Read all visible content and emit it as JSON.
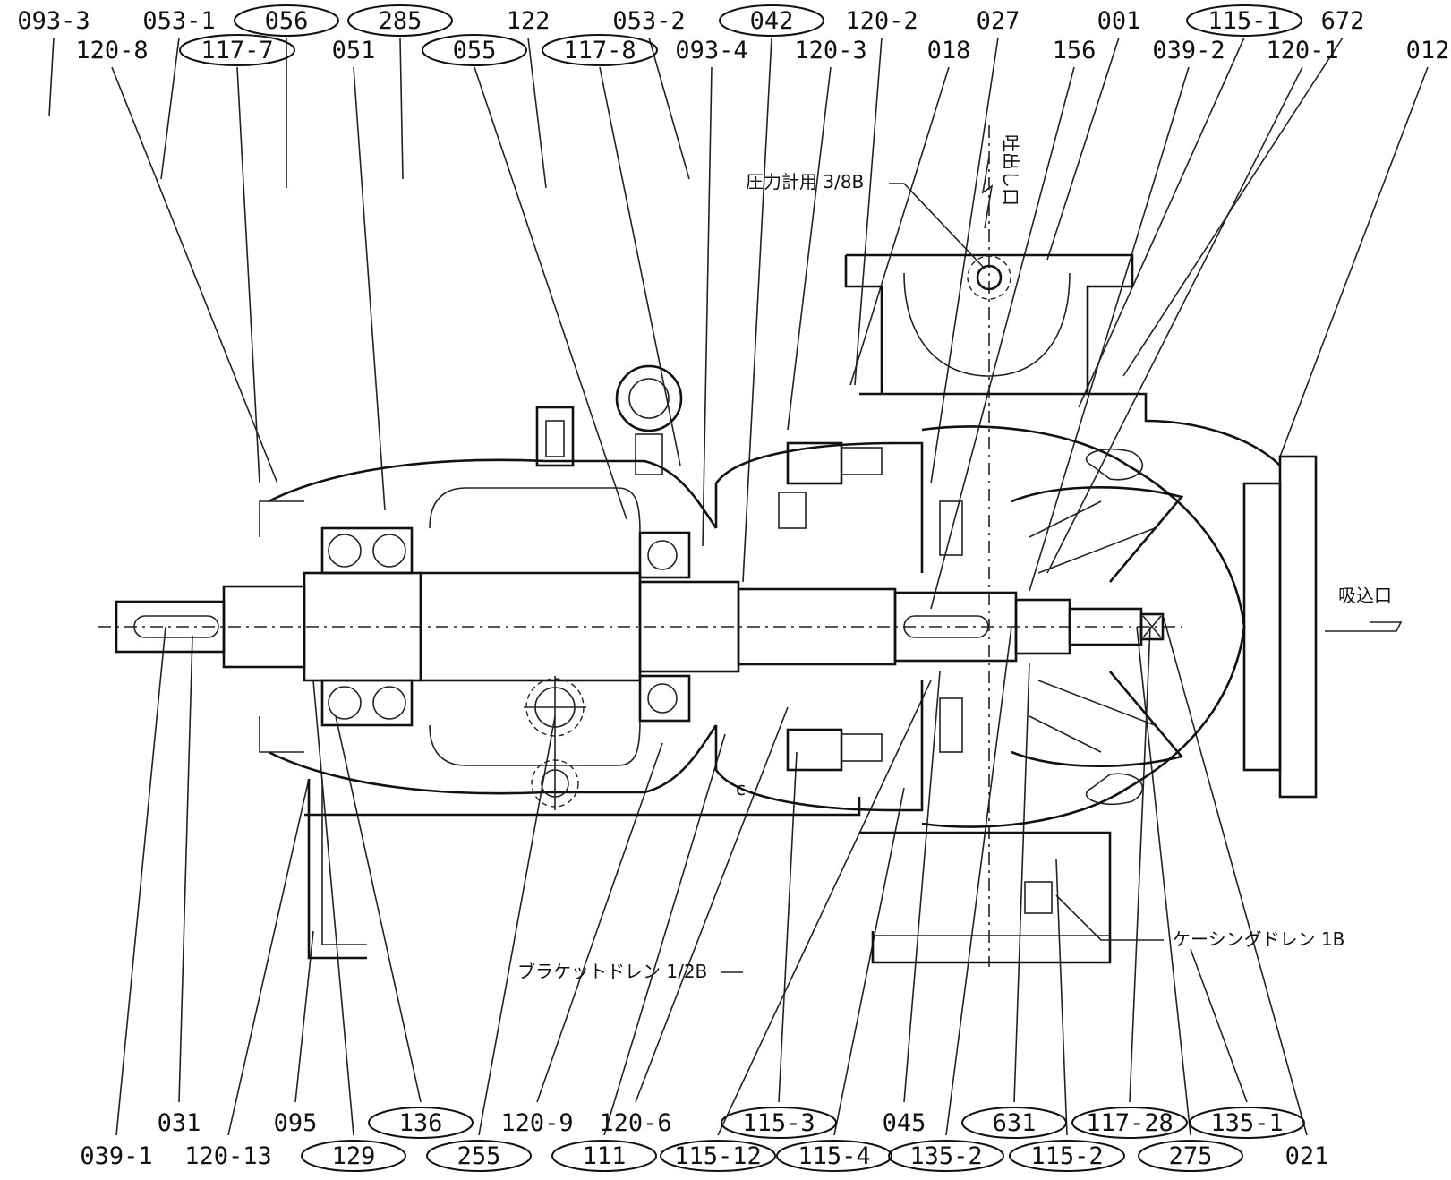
{
  "labels": [
    {
      "id": "093-3",
      "ring": false
    },
    {
      "id": "053-1",
      "ring": false
    },
    {
      "id": "056",
      "ring": true
    },
    {
      "id": "285",
      "ring": true
    },
    {
      "id": "122",
      "ring": false
    },
    {
      "id": "053-2",
      "ring": false
    },
    {
      "id": "042",
      "ring": true
    },
    {
      "id": "120-2",
      "ring": false
    },
    {
      "id": "027",
      "ring": false
    },
    {
      "id": "001",
      "ring": false
    },
    {
      "id": "115-1",
      "ring": true
    },
    {
      "id": "672",
      "ring": false
    },
    {
      "id": "120-8",
      "ring": false
    },
    {
      "id": "117-7",
      "ring": true
    },
    {
      "id": "051",
      "ring": false
    },
    {
      "id": "055",
      "ring": true
    },
    {
      "id": "117-8",
      "ring": true
    },
    {
      "id": "093-4",
      "ring": false
    },
    {
      "id": "120-3",
      "ring": false
    },
    {
      "id": "018",
      "ring": false
    },
    {
      "id": "156",
      "ring": false
    },
    {
      "id": "039-2",
      "ring": false
    },
    {
      "id": "120-1",
      "ring": false
    },
    {
      "id": "012",
      "ring": false
    },
    {
      "id": "031",
      "ring": false
    },
    {
      "id": "095",
      "ring": false
    },
    {
      "id": "136",
      "ring": true
    },
    {
      "id": "120-9",
      "ring": false
    },
    {
      "id": "120-6",
      "ring": false
    },
    {
      "id": "115-3",
      "ring": true
    },
    {
      "id": "045",
      "ring": false
    },
    {
      "id": "631",
      "ring": true
    },
    {
      "id": "117-28",
      "ring": true
    },
    {
      "id": "135-1",
      "ring": true
    },
    {
      "id": "039-1",
      "ring": false
    },
    {
      "id": "120-13",
      "ring": false
    },
    {
      "id": "129",
      "ring": true
    },
    {
      "id": "255",
      "ring": true
    },
    {
      "id": "111",
      "ring": true
    },
    {
      "id": "115-12",
      "ring": true
    },
    {
      "id": "115-4",
      "ring": true
    },
    {
      "id": "135-2",
      "ring": true
    },
    {
      "id": "115-2",
      "ring": true
    },
    {
      "id": "275",
      "ring": true
    },
    {
      "id": "021",
      "ring": false
    }
  ],
  "notes": {
    "pressure_gauge": "圧力計用 3/8B",
    "discharge": "吐出し口",
    "suction": "吸込口",
    "casing_drain": "ケーシングドレン 1B",
    "bracket_drain": "ブラケットドレン 1/2B",
    "mark_c": "c"
  }
}
